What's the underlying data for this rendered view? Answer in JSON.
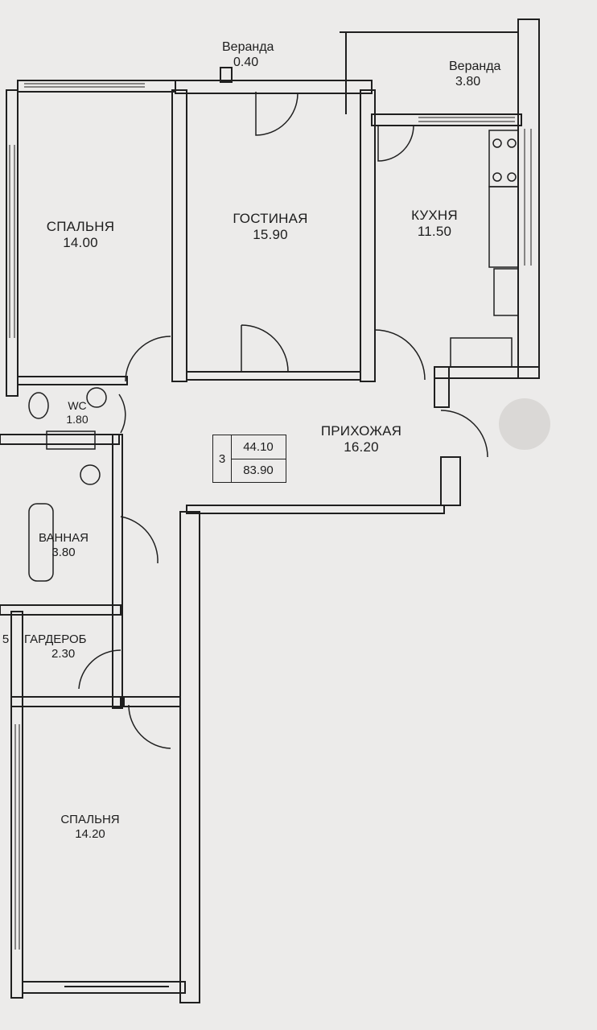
{
  "rooms": {
    "bedroom1": {
      "name": "СПАЛЬНЯ",
      "area": "14.00"
    },
    "living": {
      "name": "ГОСТИНАЯ",
      "area": "15.90"
    },
    "kitchen": {
      "name": "КУХНЯ",
      "area": "11.50"
    },
    "wc": {
      "name": "WC",
      "area": "1.80"
    },
    "hall": {
      "name": "ПРИХОЖАЯ",
      "area": "16.20"
    },
    "bath": {
      "name": "ВАННАЯ",
      "area": "3.80"
    },
    "wardrobe": {
      "name": "ГАРДЕРОБ",
      "area": "2.30"
    },
    "bedroom2": {
      "name": "СПАЛЬНЯ",
      "area": "14.20"
    },
    "veranda_small": {
      "name": "Веранда",
      "area": "0.40"
    },
    "veranda_large": {
      "name": "Веранда",
      "area": "3.80"
    }
  },
  "totals": {
    "rooms": "3",
    "living_area": "44.10",
    "total_area": "83.90"
  },
  "edge_marks": {
    "left": "5"
  },
  "colors": {
    "wall": "#1f1f1f",
    "paper": "#ecebea",
    "ink": "#1d1d1d"
  }
}
